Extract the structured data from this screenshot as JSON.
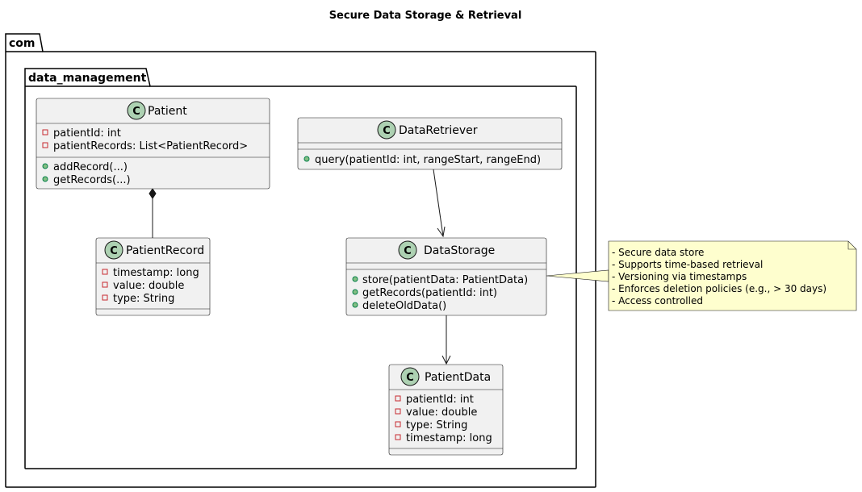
{
  "title": "Secure Data Storage & Retrieval",
  "packages": {
    "outer": "com",
    "inner": "data_management"
  },
  "classes": {
    "patient": {
      "name": "Patient",
      "attributes": [
        "patientId: int",
        "patientRecords: List<PatientRecord>"
      ],
      "methods": [
        "addRecord(...)",
        "getRecords(...)"
      ]
    },
    "patient_record": {
      "name": "PatientRecord",
      "attributes": [
        "timestamp: long",
        "value: double",
        "type: String"
      ],
      "methods": []
    },
    "data_retriever": {
      "name": "DataRetriever",
      "attributes": [],
      "methods": [
        "query(patientId: int, rangeStart, rangeEnd)"
      ]
    },
    "data_storage": {
      "name": "DataStorage",
      "attributes": [],
      "methods": [
        "store(patientData: PatientData)",
        "getRecords(patientId: int)",
        "deleteOldData()"
      ]
    },
    "patient_data": {
      "name": "PatientData",
      "attributes": [
        "patientId: int",
        "value: double",
        "type: String",
        "timestamp: long"
      ],
      "methods": []
    }
  },
  "note": {
    "lines": [
      "- Secure data store",
      "- Supports time-based retrieval",
      "- Versioning via timestamps",
      "- Enforces deletion policies (e.g., > 30 days)",
      "- Access controlled"
    ]
  },
  "relations": [
    {
      "from": "Patient",
      "to": "PatientRecord",
      "type": "composition"
    },
    {
      "from": "DataRetriever",
      "to": "DataStorage",
      "type": "association"
    },
    {
      "from": "DataStorage",
      "to": "PatientData",
      "type": "association"
    }
  ],
  "colors": {
    "class_fill": "#f1f1f1",
    "class_stroke": "#181818",
    "circle_fill": "#add1b2",
    "private_marker": "#c82930",
    "public_marker": "#84be84",
    "note_fill": "#fefece"
  }
}
